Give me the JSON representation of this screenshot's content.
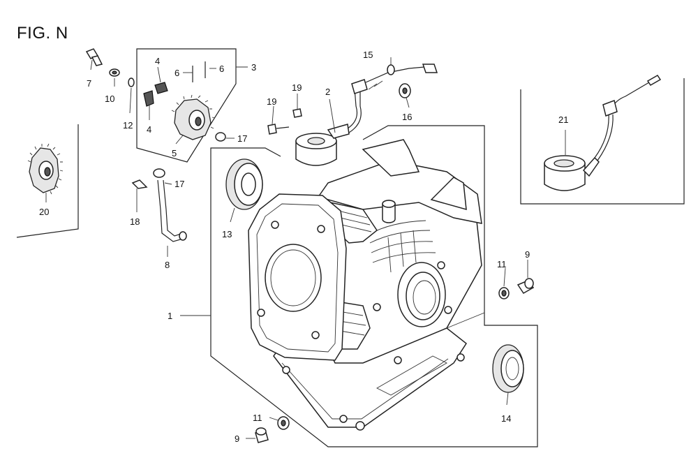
{
  "figure": {
    "title": "FIG. N"
  },
  "callouts": {
    "c1": "1",
    "c2": "2",
    "c3": "3",
    "c4a": "4",
    "c4b": "4",
    "c5": "5",
    "c6a": "6",
    "c6b": "6",
    "c7": "7",
    "c8": "8",
    "c9a": "9",
    "c9b": "9",
    "c10": "10",
    "c11a": "11",
    "c11b": "11",
    "c12": "12",
    "c13": "13",
    "c14": "14",
    "c15": "15",
    "c16": "16",
    "c17a": "17",
    "c17b": "17",
    "c18": "18",
    "c19a": "19",
    "c19b": "19",
    "c20": "20",
    "c21": "21"
  }
}
